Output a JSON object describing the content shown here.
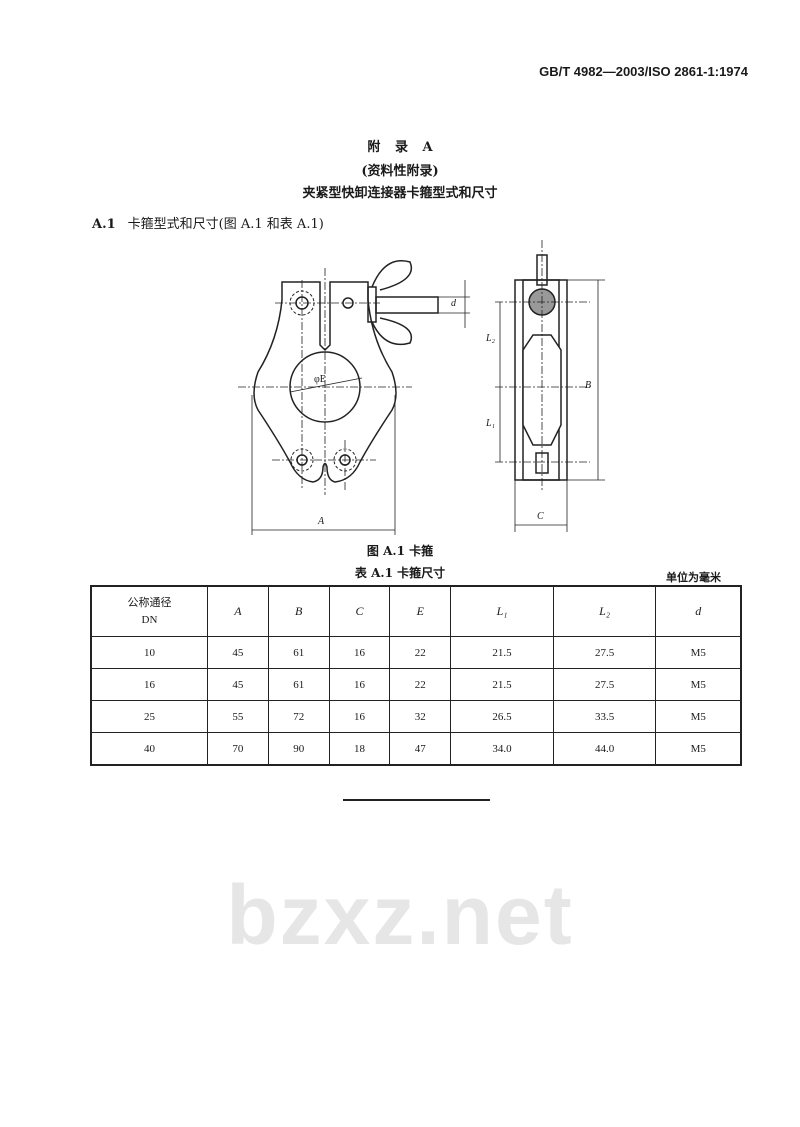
{
  "header": {
    "standard_number": "GB/T 4982—2003/ISO 2861-1:1974"
  },
  "watermark": "bzxz.net",
  "appendix": {
    "title": "附 录 A",
    "subtitle": "(资料性附录)",
    "heading": "夹紧型快卸连接器卡箍型式和尺寸"
  },
  "section": {
    "number": "A.1",
    "title": "卡箍型式和尺寸(图 A.1 和表 A.1)"
  },
  "figure": {
    "caption": "图 A.1  卡箍",
    "labels": {
      "A": "A",
      "B": "B",
      "C": "C",
      "E": "φE",
      "L1": "L₁",
      "L2": "L₂",
      "d": "d"
    }
  },
  "table": {
    "caption": "表 A.1  卡箍尺寸",
    "unit": "单位为毫米",
    "headers": {
      "dn_line1": "公称通径",
      "dn_line2": "DN",
      "A": "A",
      "B": "B",
      "C": "C",
      "E": "E",
      "L1": "L₁",
      "L2": "L₂",
      "d": "d"
    },
    "rows": [
      [
        "10",
        "45",
        "61",
        "16",
        "22",
        "21.5",
        "27.5",
        "M5"
      ],
      [
        "16",
        "45",
        "61",
        "16",
        "22",
        "21.5",
        "27.5",
        "M5"
      ],
      [
        "25",
        "55",
        "72",
        "16",
        "32",
        "26.5",
        "33.5",
        "M5"
      ],
      [
        "40",
        "70",
        "90",
        "18",
        "47",
        "34.0",
        "44.0",
        "M5"
      ]
    ]
  }
}
